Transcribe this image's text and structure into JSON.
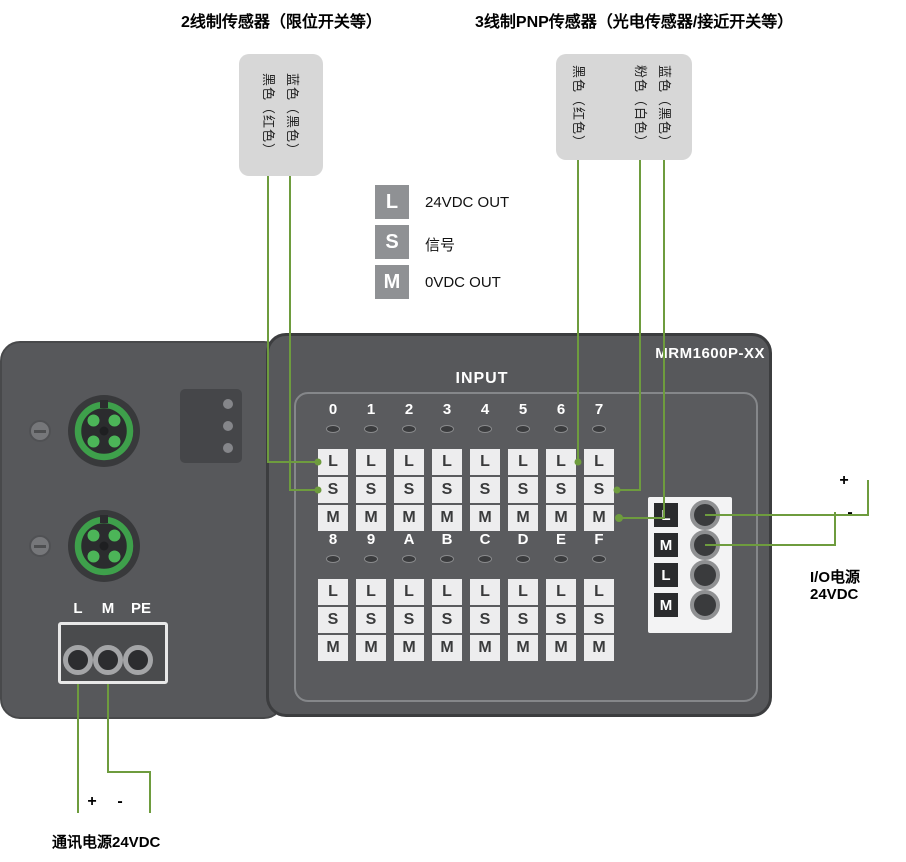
{
  "titles": {
    "sensor2": "2线制传感器（限位开关等）",
    "sensor3": "3线制PNP传感器（光电传感器/接近开关等）"
  },
  "sensor2_box": {
    "wires": [
      "黑色（红色）",
      "蓝色（黑色）"
    ]
  },
  "sensor3_box": {
    "wires": [
      "黑色（红色）",
      "粉色（白色）",
      "蓝色（黑色）"
    ]
  },
  "legend": [
    {
      "key": "L",
      "desc": "24VDC OUT"
    },
    {
      "key": "S",
      "desc": "信号"
    },
    {
      "key": "M",
      "desc": "0VDC OUT"
    }
  ],
  "device": {
    "model": "MRM1600P-XX",
    "input_label": "INPUT",
    "group1_channels": [
      "0",
      "1",
      "2",
      "3",
      "4",
      "5",
      "6",
      "7"
    ],
    "group2_channels": [
      "8",
      "9",
      "A",
      "B",
      "C",
      "D",
      "E",
      "F"
    ],
    "terminal_rows": [
      "L",
      "S",
      "M"
    ],
    "power_block_labels": [
      "L",
      "M",
      "L",
      "M"
    ],
    "comm_block_labels": [
      "L",
      "M",
      "PE"
    ]
  },
  "power": {
    "plus": "+",
    "minus": "-",
    "io_line1": "I/O电源",
    "io_line2": "24VDC",
    "comm_label": "通讯电源24VDC"
  },
  "colors": {
    "wire_green": "#6E9C3E",
    "connector_green": "#3EA04B",
    "connector_pin_green": "#4CB558",
    "device_body": "#57585B",
    "sensor_box": "#D7D7D7",
    "legend_gray": "#8F9194",
    "terminal_bg": "#EDEDEE"
  }
}
